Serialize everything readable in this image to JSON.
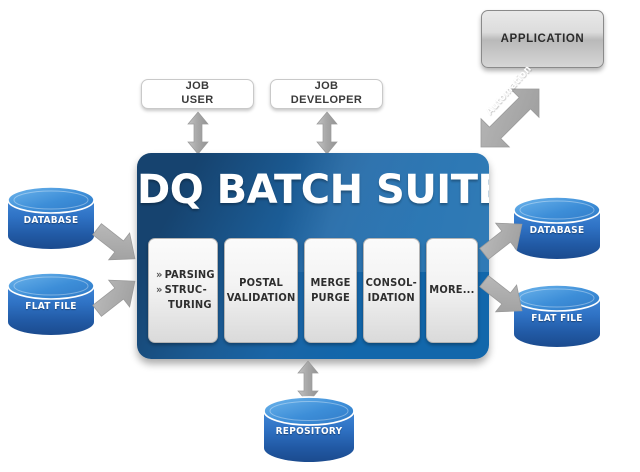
{
  "diagram": {
    "title": "DQ BATCH SUITE",
    "background_color": "#ffffff",
    "panel_color": "#1267ab",
    "panel_dark_color": "#16436f",
    "cylinder_color": "#2a6fc4",
    "arrow_color": "#a8a8a8",
    "app_box_color": "#c9c9c9"
  },
  "top_roles": [
    {
      "label_line1": "JOB",
      "label_line2": "USER",
      "name": "job-user"
    },
    {
      "label_line1": "JOB",
      "label_line2": "DEVELOPER",
      "name": "job-developer"
    }
  ],
  "application": {
    "label": "APPLICATION"
  },
  "automation": {
    "label": "Automation"
  },
  "steps": [
    {
      "name": "parsing-structuring",
      "lines": [
        "PARSING",
        "STRUC-",
        "TURING"
      ],
      "bulleted": true
    },
    {
      "name": "postal-validation",
      "lines": [
        "POSTAL",
        "VALIDATION"
      ],
      "bulleted": false
    },
    {
      "name": "merge-purge",
      "lines": [
        "MERGE",
        "PURGE"
      ],
      "bulleted": false
    },
    {
      "name": "consolidation",
      "lines": [
        "CONSOL-",
        "IDATION"
      ],
      "bulleted": false
    },
    {
      "name": "more",
      "lines": [
        "MORE..."
      ],
      "bulleted": false
    }
  ],
  "sources": [
    {
      "name": "source-database",
      "label": "DATABASE"
    },
    {
      "name": "source-flat-file",
      "label": "FLAT FILE"
    }
  ],
  "targets": [
    {
      "name": "target-database",
      "label": "DATABASE"
    },
    {
      "name": "target-flat-file",
      "label": "FLAT FILE"
    }
  ],
  "repository": {
    "label": "REPOSITORY"
  }
}
